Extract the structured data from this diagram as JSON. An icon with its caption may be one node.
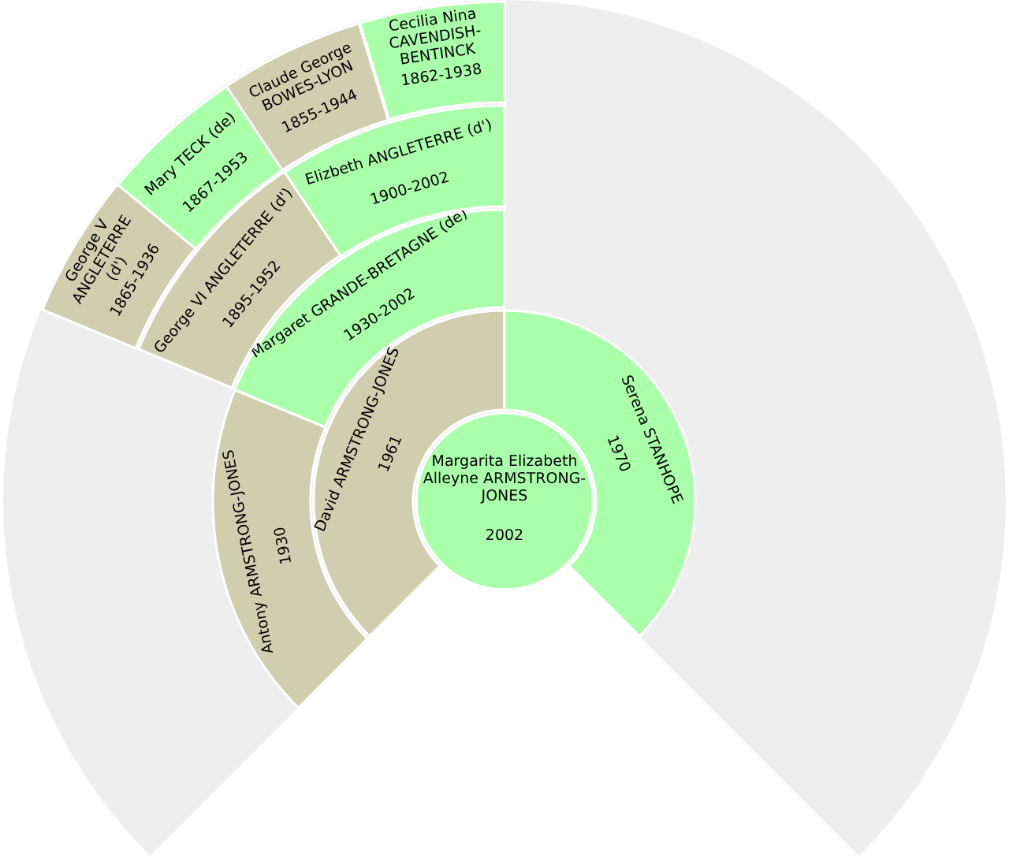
{
  "diagram": {
    "nodes": [
      {
        "text": [
          "Margarita Elizabeth Alleyne ARMSTRONG-JONES",
          "2002"
        ]
      },
      {
        "text": [
          "David ARMSTRONG-JONES",
          "1961"
        ]
      },
      {
        "text": [
          "Serena STANHOPE",
          "1970"
        ]
      },
      {
        "text": [
          "Antony ARMSTRONG-JONES",
          "1930"
        ]
      },
      {
        "text": [
          "Margaret GRANDE-BRETAGNE (de)",
          "1930-2002"
        ]
      },
      {
        "text": [
          "George VI ANGLETERRE (d')",
          "1895-1952"
        ]
      },
      {
        "text": [
          "Elizbeth ANGLETERRE (d')",
          "1900-2002"
        ]
      },
      {
        "text": [
          "George V ANGLETERRE (d')",
          "1865-1936"
        ]
      },
      {
        "text": [
          "Mary TECK (de)",
          "1867-1953"
        ]
      },
      {
        "text": [
          "Claude George BOWES-LYON",
          "1855-1944"
        ]
      },
      {
        "text": [
          "Cecilia Nina CAVENDISH-BENTINCK",
          "1862-1938"
        ]
      }
    ]
  }
}
